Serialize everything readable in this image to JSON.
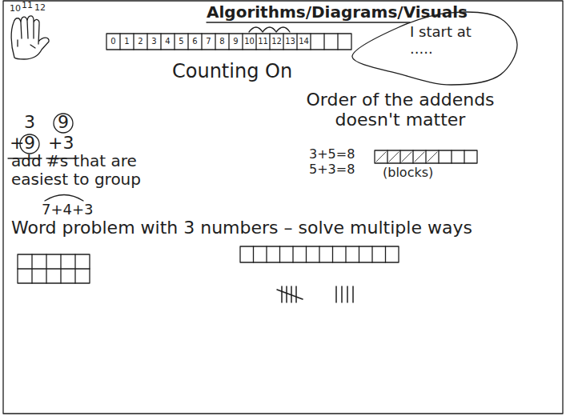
{
  "diagram": {
    "title": "Algorithms/Diagrams/Visuals",
    "nodes": [
      {
        "text": [
          "I start at ....."
        ]
      }
    ],
    "labels": [
      "10",
      "11",
      "12",
      "0",
      "1",
      "2",
      "3",
      "4",
      "5",
      "6",
      "7",
      "8",
      "9",
      "10",
      "11",
      "12",
      "13",
      "14",
      "Counting On",
      "3",
      "+",
      "9",
      "9",
      "+3",
      "Order of the addends doesn't matter",
      "3+5=8",
      "5+3=8",
      "(blocks)",
      "add #s that are easiest to group",
      "7+4+3",
      "Word problem with 3 numbers – solve multiple ways"
    ]
  }
}
